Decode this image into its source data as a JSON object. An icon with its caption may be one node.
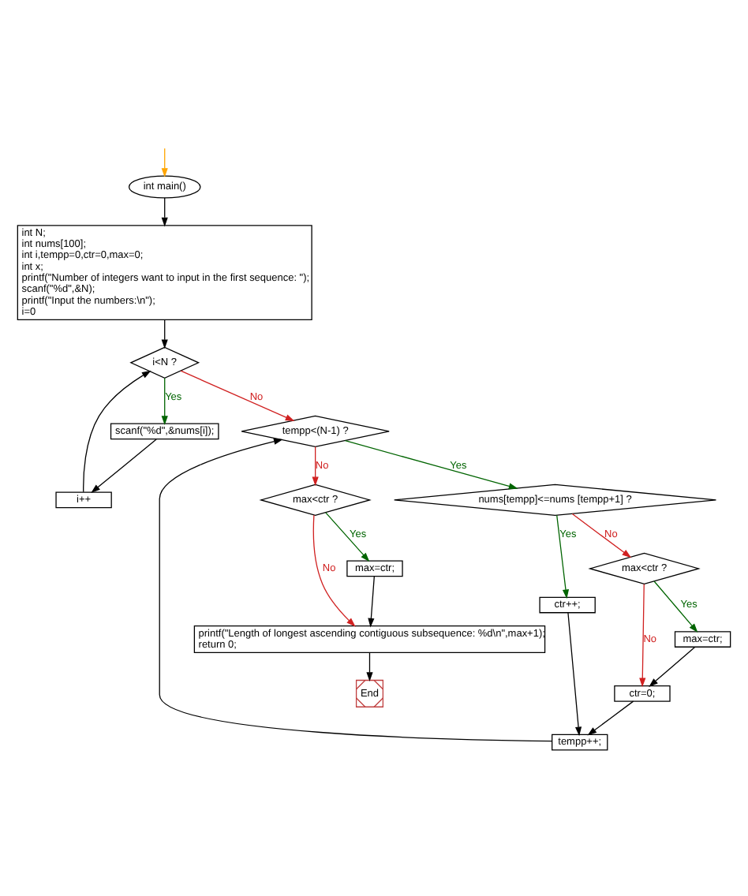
{
  "diagram": {
    "nodes": [
      {
        "text": [
          "int main()"
        ]
      },
      {
        "text": [
          "int N;",
          "int nums[100];",
          "int i,tempp=0,ctr=0,max=0;",
          "int x;",
          "printf(\"Number of integers want to input in the first sequence: \");",
          "scanf(\"%d\",&N);",
          "printf(\"Input the numbers:\\n\");",
          "i=0"
        ]
      },
      {
        "text": [
          "i<N ?"
        ]
      },
      {
        "text": [
          "scanf(\"%d\",&nums[i]);"
        ]
      },
      {
        "text": [
          "i++"
        ]
      },
      {
        "text": [
          "tempp<(N-1) ?"
        ]
      },
      {
        "text": [
          "max<ctr ?"
        ]
      },
      {
        "text": [
          "nums[tempp]<=nums [tempp+1] ?"
        ]
      },
      {
        "text": [
          "max=ctr;"
        ]
      },
      {
        "text": [
          "printf(\"Length of longest ascending contiguous subsequence: %d\\n\",max+1);",
          "return 0;"
        ]
      },
      {
        "text": [
          "End"
        ]
      },
      {
        "text": [
          "max<ctr ?"
        ]
      },
      {
        "text": [
          "ctr++;"
        ]
      },
      {
        "text": [
          "max=ctr;"
        ]
      },
      {
        "text": [
          "ctr=0;"
        ]
      },
      {
        "text": [
          "tempp++;"
        ]
      }
    ],
    "edges": [
      {
        "from": null,
        "to": 0,
        "arrow": "to",
        "color": "#ffa500"
      },
      {
        "from": 0,
        "to": 1,
        "arrow": "to"
      },
      {
        "from": 1,
        "to": 2,
        "arrow": "to"
      },
      {
        "from": 2,
        "to": 3,
        "arrow": "to",
        "label": "Yes",
        "color": "#006400"
      },
      {
        "from": 2,
        "to": 5,
        "arrow": "to",
        "label": "No",
        "color": "#d02020"
      },
      {
        "from": 3,
        "to": 4,
        "arrow": "to"
      },
      {
        "from": 4,
        "to": 2,
        "arrow": "to"
      },
      {
        "from": 5,
        "to": 6,
        "arrow": "to",
        "label": "No",
        "color": "#d02020"
      },
      {
        "from": 5,
        "to": 7,
        "arrow": "to",
        "label": "Yes",
        "color": "#006400"
      },
      {
        "from": 6,
        "to": 8,
        "arrow": "to",
        "label": "Yes",
        "color": "#006400"
      },
      {
        "from": 6,
        "to": 9,
        "arrow": "to",
        "label": "No",
        "color": "#d02020"
      },
      {
        "from": 8,
        "to": 9,
        "arrow": "to"
      },
      {
        "from": 9,
        "to": 10,
        "arrow": "to"
      },
      {
        "from": 7,
        "to": 12,
        "arrow": "to",
        "label": "Yes",
        "color": "#006400"
      },
      {
        "from": 7,
        "to": 11,
        "arrow": "to",
        "label": "No",
        "color": "#d02020"
      },
      {
        "from": 11,
        "to": 13,
        "arrow": "to",
        "label": "Yes",
        "color": "#006400"
      },
      {
        "from": 11,
        "to": 14,
        "arrow": "to",
        "label": "No",
        "color": "#d02020"
      },
      {
        "from": 13,
        "to": 14,
        "arrow": "to"
      },
      {
        "from": 12,
        "to": 15,
        "arrow": "to"
      },
      {
        "from": 14,
        "to": 15,
        "arrow": "to"
      },
      {
        "from": 15,
        "to": 5,
        "arrow": "to"
      }
    ]
  }
}
